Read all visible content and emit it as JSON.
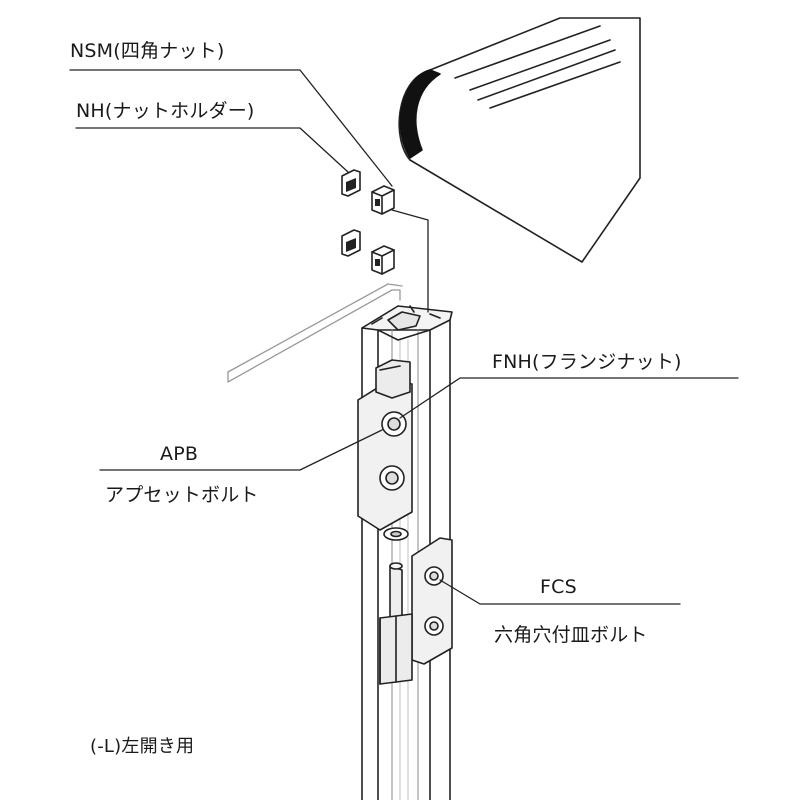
{
  "labels": {
    "nsm": "NSM(四角ナット)",
    "nh": "NH(ナットホルダー)",
    "fnh": "FNH(フランジナット)",
    "apb": "APB",
    "apb_sub": "アプセットボルト",
    "fcs": "FCS",
    "fcs_sub": "六角穴付皿ボルト",
    "variant": "(-L)左開き用"
  },
  "colors": {
    "line": "#222222",
    "part_fill": "#f2f2f2",
    "shadow": "#bdbdbd",
    "cap": "#111111"
  }
}
